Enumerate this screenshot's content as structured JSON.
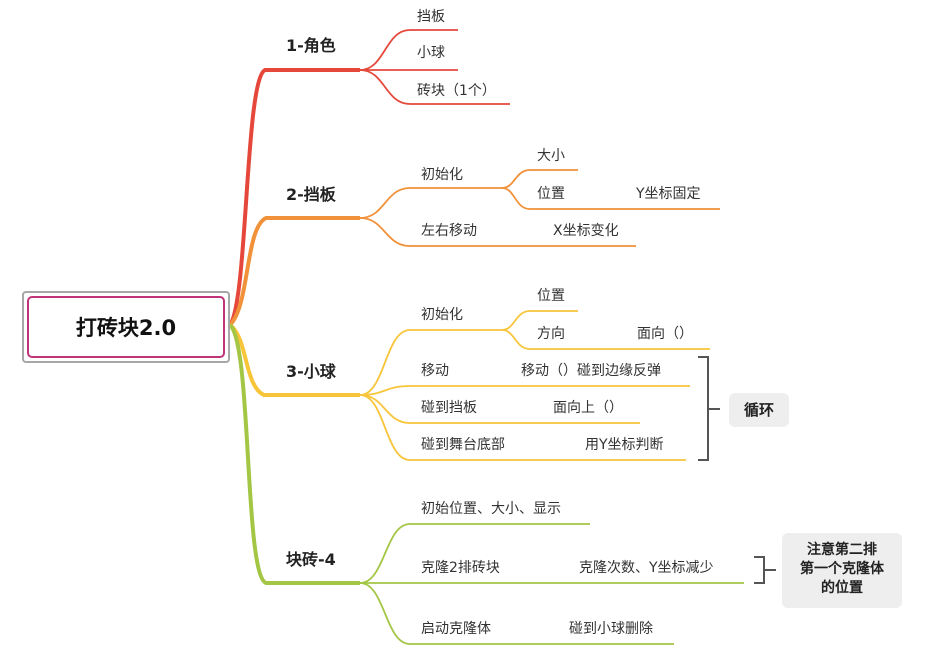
{
  "root": {
    "title": "打砖块2.0"
  },
  "branches": {
    "b1": {
      "label": "1-角色",
      "children": [
        "挡板",
        "小球",
        "砖块（1个）"
      ]
    },
    "b2": {
      "label": "2-挡板",
      "init": {
        "label": "初始化",
        "size": "大小",
        "position": "位置",
        "position_detail": "Y坐标固定"
      },
      "move": {
        "label": "左右移动",
        "detail": "X坐标变化"
      }
    },
    "b3": {
      "label": "3-小球",
      "init": {
        "label": "初始化",
        "position": "位置",
        "direction": "方向",
        "direction_detail": "面向（）"
      },
      "move": {
        "label": "移动",
        "detail": "移动（）碰到边缘反弹"
      },
      "paddle": {
        "label": "碰到挡板",
        "detail": "面向上（）"
      },
      "stage": {
        "label": "碰到舞台底部",
        "detail": "用Y坐标判断"
      },
      "loop_note": "循环"
    },
    "b4": {
      "label": "块砖-4",
      "init": {
        "label": "初始位置、大小、显示"
      },
      "clone": {
        "label": "克隆2排砖块",
        "detail": "克隆次数、Y坐标减少"
      },
      "start": {
        "label": "启动克隆体",
        "detail": "碰到小球删除"
      },
      "note_lines": [
        "注意第二排",
        "第一个克隆体",
        "的位置"
      ]
    }
  },
  "colors": {
    "b1": "#e5483b",
    "b2": "#f19139",
    "b3": "#f8c53a",
    "b4": "#a3c644",
    "root_border": "#c0357a",
    "bracket": "#555555"
  }
}
